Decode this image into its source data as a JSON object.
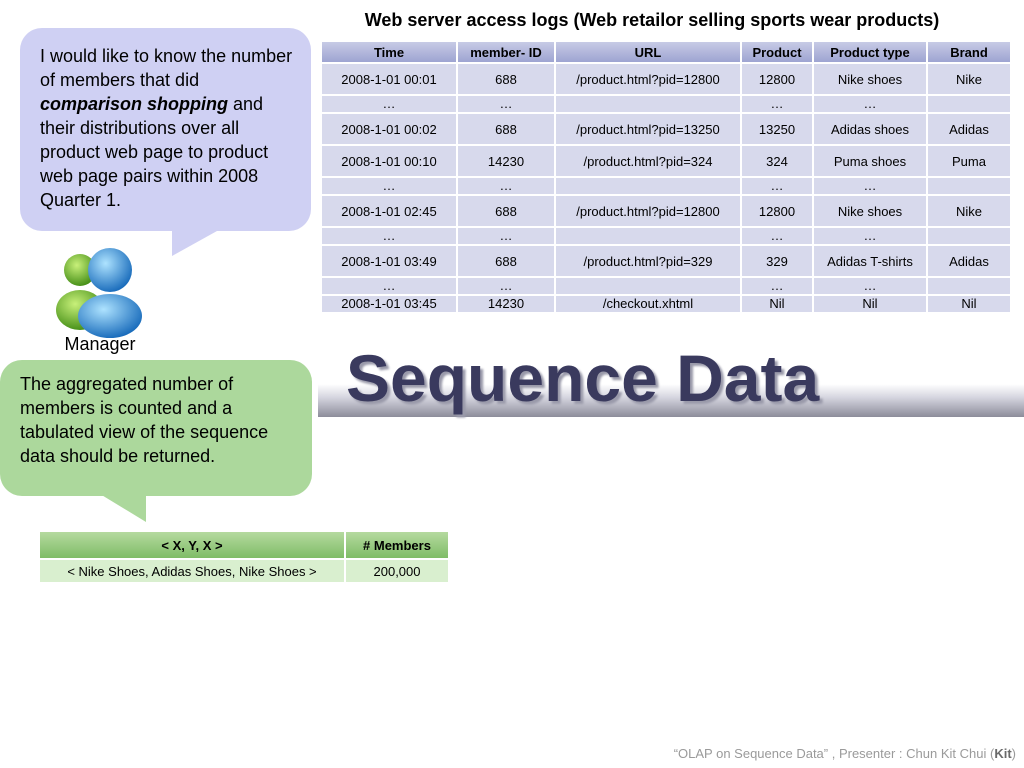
{
  "log_table": {
    "title": "Web server access logs (Web retailor selling sports wear products)",
    "headers": [
      "Time",
      "member- ID",
      "URL",
      "Product",
      "Product type",
      "Brand"
    ],
    "rows": [
      {
        "kind": "tall",
        "cells": [
          "2008-1-01 00:01",
          "688",
          "/product.html?pid=12800",
          "12800",
          "Nike shoes",
          "Nike"
        ]
      },
      {
        "kind": "short",
        "cells": [
          "…",
          "…",
          "",
          "…",
          "…",
          ""
        ]
      },
      {
        "kind": "tall",
        "cells": [
          "2008-1-01 00:02",
          "688",
          "/product.html?pid=13250",
          "13250",
          "Adidas shoes",
          "Adidas"
        ]
      },
      {
        "kind": "tall",
        "cells": [
          "2008-1-01 00:10",
          "14230",
          "/product.html?pid=324",
          "324",
          "Puma shoes",
          "Puma"
        ]
      },
      {
        "kind": "short",
        "cells": [
          "…",
          "…",
          "",
          "…",
          "…",
          ""
        ]
      },
      {
        "kind": "tall",
        "cells": [
          "2008-1-01 02:45",
          "688",
          "/product.html?pid=12800",
          "12800",
          "Nike shoes",
          "Nike"
        ]
      },
      {
        "kind": "short",
        "cells": [
          "…",
          "…",
          "",
          "…",
          "…",
          ""
        ]
      },
      {
        "kind": "tall",
        "cells": [
          "2008-1-01 03:49",
          "688",
          "/product.html?pid=329",
          "329",
          "Adidas T-shirts",
          "Adidas"
        ]
      },
      {
        "kind": "short",
        "cells": [
          "…",
          "…",
          "",
          "…",
          "…",
          ""
        ]
      },
      {
        "kind": "short",
        "cells": [
          "2008-1-01 03:45",
          "14230",
          "/checkout.xhtml",
          "Nil",
          "Nil",
          "Nil"
        ]
      }
    ]
  },
  "manager_bubble": {
    "text_before": "I would like to know the number of members that did ",
    "emphasis": "comparison shopping",
    "text_after": " and their distributions over all product web page to product web page pairs within 2008 Quarter 1."
  },
  "manager_label": "Manager",
  "reply_bubble": "The aggregated number of members is counted and a tabulated view of the sequence data should be returned.",
  "slide_title": "Sequence Data",
  "result_table": {
    "headers": [
      "< X, Y, X >",
      "# Members"
    ],
    "rows": [
      [
        "< Nike Shoes, Adidas Shoes, Nike Shoes >",
        "200,000"
      ]
    ]
  },
  "footer": {
    "text": "“OLAP on Sequence Data” , Presenter : Chun Kit Chui (",
    "bold": "Kit",
    "end": ")"
  }
}
